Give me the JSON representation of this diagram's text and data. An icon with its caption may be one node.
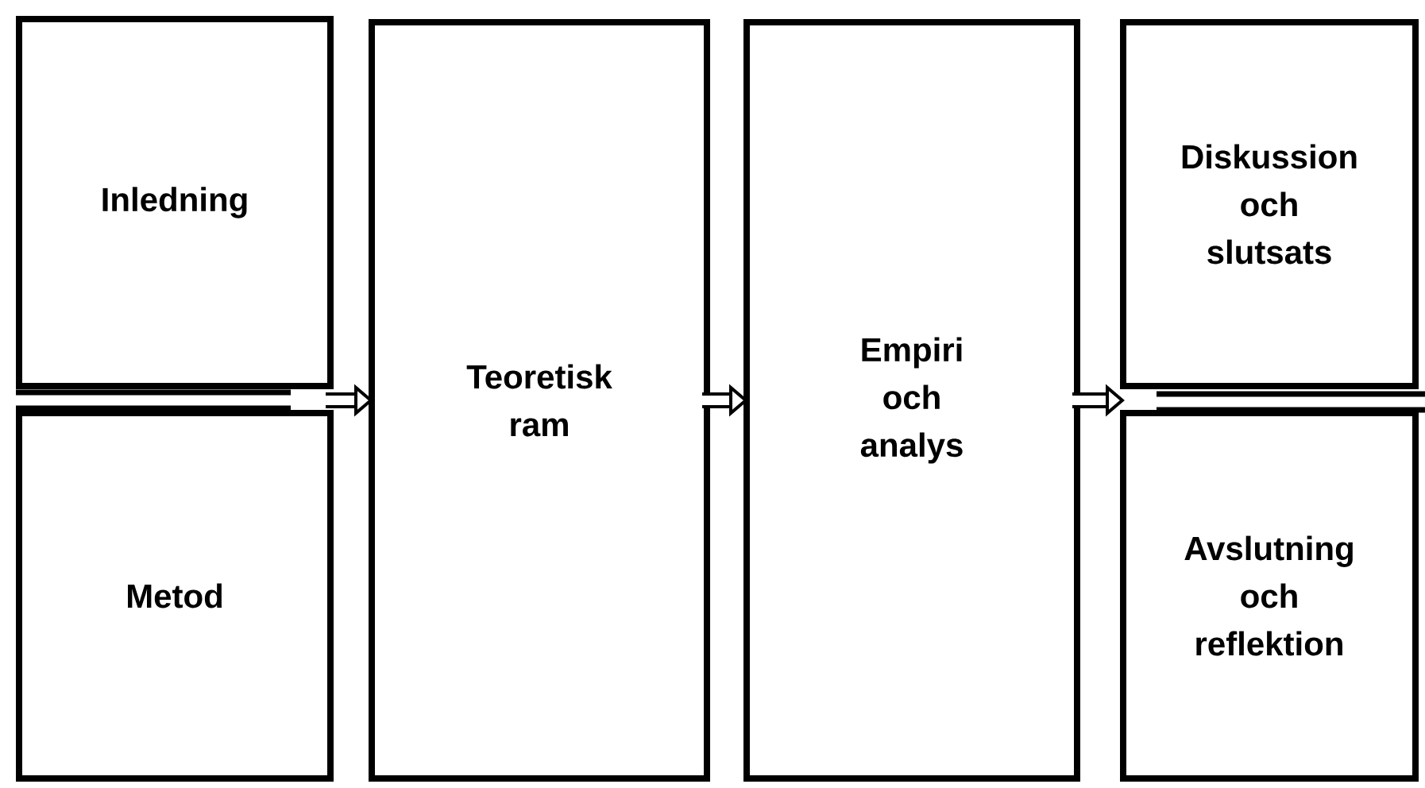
{
  "diagram": {
    "nodes": [
      {
        "text": [
          "Inledning"
        ]
      },
      {
        "text": [
          "Metod"
        ]
      },
      {
        "text": [
          "Teoretisk ram"
        ]
      },
      {
        "text": [
          "Empiri och analys"
        ]
      },
      {
        "text": [
          "Diskussion och slutsats"
        ]
      },
      {
        "text": [
          "Avslutning och reflektion"
        ]
      }
    ],
    "edges": [
      {
        "from": 0,
        "to": 2,
        "arrow": "to"
      },
      {
        "from": 1,
        "to": 2,
        "arrow": "to"
      },
      {
        "from": 2,
        "to": 3,
        "arrow": "to"
      },
      {
        "from": 3,
        "to": 4,
        "arrow": "to"
      },
      {
        "from": 3,
        "to": 5,
        "arrow": "to"
      }
    ]
  }
}
